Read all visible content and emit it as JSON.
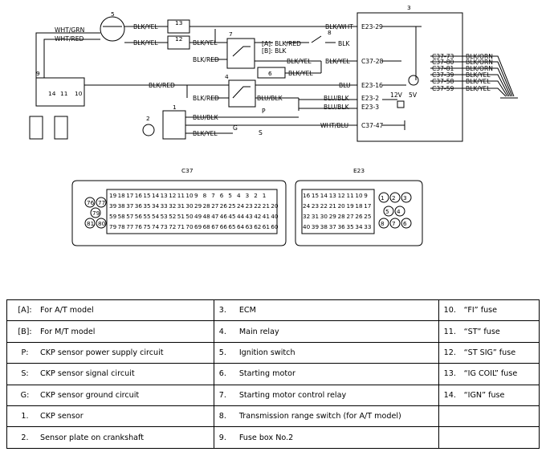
{
  "diagram": {
    "numbers": {
      "n1": "1",
      "n2": "2",
      "n3": "3",
      "n4": "4",
      "n5": "5",
      "n6": "6",
      "n7": "7",
      "n8": "8",
      "n9": "9",
      "n10": "10",
      "n11": "11",
      "n12": "12",
      "n13": "13",
      "n14": "14"
    },
    "wires": {
      "wht_grn": "WHT/GRN",
      "wht_red": "WHT/RED",
      "blk_yel_top1": "BLK/YEL",
      "blk_yel_top2": "BLK/YEL",
      "blk_wht": "BLK/WHT",
      "blk_red_relay7": "BLK/RED",
      "a_label": "[A]: BLK/RED",
      "b_label": "[B]: BLK",
      "blk_right8": "BLK",
      "blk_yel_mid1": "BLK/YEL",
      "blk_yel_mid2": "BLK/YEL",
      "blk_yel_6": "BLK/YEL",
      "blk_red_fuse": "BLK/RED",
      "blk_red_relay4": "BLK/RED",
      "blu": "BLU",
      "blu_blk_relay": "BLU/BLK",
      "blu_blk_e2": "BLU/BLK",
      "blu_blk_e3": "BLU/BLK",
      "blu_blk_sensor": "BLU/BLK",
      "blk_yel_sensor": "BLK/YEL",
      "wht_blu": "WHT/BLU",
      "p": "P",
      "s": "S",
      "g": "G",
      "blk_orn1": "BLK/ORN",
      "blk_orn2": "BLK/ORN",
      "blk_orn3": "BLK/ORN",
      "blk_yel_r1": "BLK/YEL",
      "blk_yel_r2": "BLK/YEL",
      "blk_yel_r3": "BLK/YEL"
    },
    "terminals": {
      "e23_29": "E23-29",
      "c37_28": "C37-28",
      "e23_16": "E23-16",
      "e23_2": "E23-2",
      "e23_3": "E23-3",
      "c37_47": "C37-47",
      "c37_73": "C37-73",
      "c37_80": "C37-80",
      "c37_81": "C37-81",
      "c37_39": "C37-39",
      "c37_58": "C37-58",
      "c37_59": "C37-59"
    },
    "volt12": "12V",
    "volt5": "5V",
    "connector_c37_title": "C37",
    "connector_e23_title": "E23",
    "c37_rows": [
      [
        "19",
        "18",
        "17",
        "16",
        "15",
        "14",
        "13",
        "12",
        "11",
        "10",
        "9",
        "8",
        "7",
        "6",
        "5",
        "4",
        "3",
        "2",
        "1"
      ],
      [
        "39",
        "38",
        "37",
        "36",
        "35",
        "34",
        "33",
        "32",
        "31",
        "30",
        "29",
        "28",
        "27",
        "26",
        "25",
        "24",
        "23",
        "22",
        "21",
        "20"
      ],
      [
        "59",
        "58",
        "57",
        "56",
        "55",
        "54",
        "53",
        "52",
        "51",
        "50",
        "49",
        "48",
        "47",
        "46",
        "45",
        "44",
        "43",
        "42",
        "41",
        "40"
      ],
      [
        "79",
        "78",
        "77",
        "76",
        "75",
        "74",
        "73",
        "72",
        "71",
        "70",
        "69",
        "68",
        "67",
        "66",
        "65",
        "64",
        "63",
        "62",
        "61",
        "60"
      ]
    ],
    "c37_side": [
      "76",
      "77",
      "79",
      "81",
      "80"
    ],
    "e23_rows": [
      [
        "16",
        "15",
        "14",
        "13",
        "12",
        "11",
        "10",
        "9"
      ],
      [
        "24",
        "23",
        "22",
        "21",
        "20",
        "19",
        "18",
        "17"
      ],
      [
        "32",
        "31",
        "30",
        "29",
        "28",
        "27",
        "26",
        "25"
      ],
      [
        "40",
        "39",
        "38",
        "37",
        "36",
        "35",
        "34",
        "33"
      ]
    ],
    "e23_side": [
      "3",
      "2",
      "1",
      "5",
      "4",
      "8",
      "7",
      "6"
    ]
  },
  "legend": {
    "rows": [
      [
        "[A]:",
        "For A/T model",
        "3.",
        "ECM",
        "10.",
        "“FI” fuse"
      ],
      [
        "[B]:",
        "For M/T model",
        "4.",
        "Main relay",
        "11.",
        "“ST” fuse"
      ],
      [
        "P:",
        "CKP sensor power supply circuit",
        "5.",
        "Ignition switch",
        "12.",
        "“ST SIG” fuse"
      ],
      [
        "S:",
        "CKP sensor signal circuit",
        "6.",
        "Starting motor",
        "13.",
        "“IG COIL” fuse"
      ],
      [
        "G:",
        "CKP sensor ground circuit",
        "7.",
        "Starting motor control relay",
        "14.",
        "“IGN” fuse"
      ],
      [
        "1.",
        "CKP sensor",
        "8.",
        "Transmission range switch (for A/T model)",
        "",
        ""
      ],
      [
        "2.",
        "Sensor plate on crankshaft",
        "9.",
        "Fuse box No.2",
        "",
        ""
      ]
    ]
  }
}
